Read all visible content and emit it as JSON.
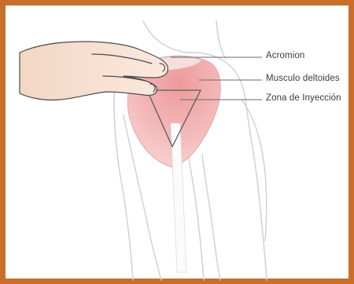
{
  "labels": {
    "acromion": "Acromion",
    "deltoid": "Musculo deltoides",
    "injection_zone": "Zona de Inyección"
  },
  "colors": {
    "frame": "#c86f2c",
    "outline": "#c9c9c9",
    "deltoid": "#f2b3b3",
    "deltoid_highlight": "#e88c8c",
    "skin": "#f6e3d6",
    "hand_outline": "#4a4a4a",
    "leader_line": "#6a6a6a"
  }
}
